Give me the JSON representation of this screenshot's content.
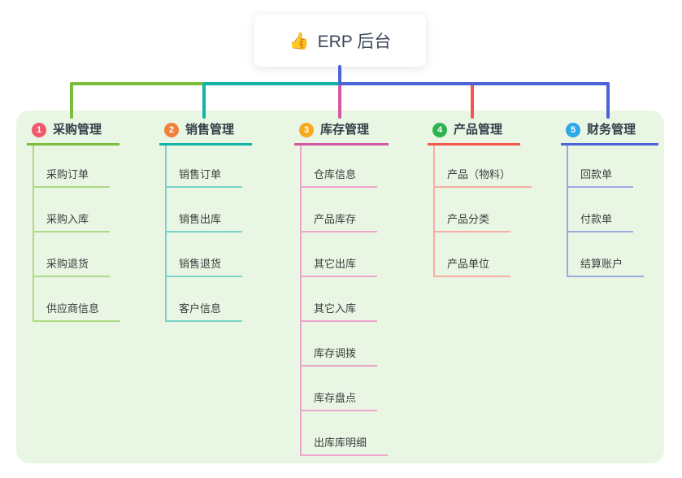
{
  "root_node": {
    "icon": "thumbs-up-icon",
    "icon_glyph": "👍",
    "title": "ERP 后台"
  },
  "columns": [
    {
      "badge": "1",
      "label": "采购管理",
      "colors": {
        "main": "#7cbe3b",
        "light": "#aeda84",
        "badge": "#f0596c"
      },
      "children": [
        "采购订单",
        "采购入库",
        "采购退货",
        "供应商信息"
      ]
    },
    {
      "badge": "2",
      "label": "销售管理",
      "colors": {
        "main": "#13b3a8",
        "light": "#7ad2c9",
        "badge": "#f0813c"
      },
      "children": [
        "销售订单",
        "销售出库",
        "销售退货",
        "客户信息"
      ]
    },
    {
      "badge": "3",
      "label": "库存管理",
      "colors": {
        "main": "#d6579f",
        "light": "#eda6cb",
        "badge": "#f7a821"
      },
      "children": [
        "仓库信息",
        "产品库存",
        "其它出库",
        "其它入库",
        "库存调拨",
        "库存盘点",
        "出库库明细"
      ]
    },
    {
      "badge": "4",
      "label": "产品管理",
      "colors": {
        "main": "#f4574d",
        "light": "#f9ada6",
        "badge": "#2fb350"
      },
      "children": [
        "产品（物料）",
        "产品分类",
        "产品单位"
      ]
    },
    {
      "badge": "5",
      "label": "财务管理",
      "colors": {
        "main": "#4a63d8",
        "light": "#9cabdf",
        "badge": "#2ba9e8"
      },
      "children": [
        "回款单",
        "付款单",
        "结算账户"
      ]
    }
  ],
  "canvas": {
    "background": "#ffffff",
    "panel_background": "#e9f6e4",
    "root_connector_color": "#4a63d8"
  }
}
